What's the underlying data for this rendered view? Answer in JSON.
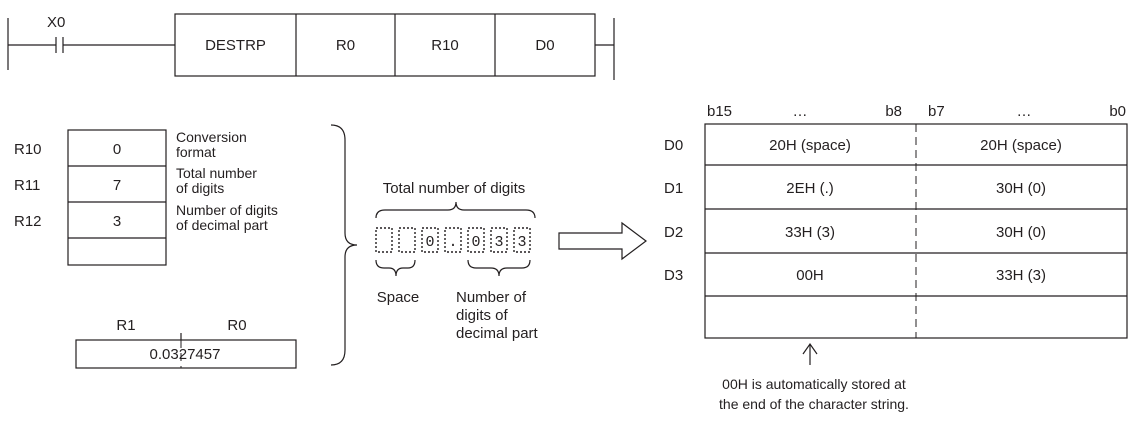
{
  "ladder": {
    "contact": "X0",
    "instruction": "DESTRP",
    "operands": [
      "R0",
      "R10",
      "D0"
    ]
  },
  "settings": {
    "rows": [
      {
        "device": "R10",
        "value": "0",
        "desc_lines": [
          "Conversion",
          "format"
        ]
      },
      {
        "device": "R11",
        "value": "7",
        "desc_lines": [
          "Total number",
          "of digits"
        ]
      },
      {
        "device": "R12",
        "value": "3",
        "desc_lines": [
          "Number of digits",
          "of decimal part"
        ]
      }
    ]
  },
  "source": {
    "high_device": "R1",
    "low_device": "R0",
    "value": "0.0327457"
  },
  "string_illustration": {
    "top_label": "Total number of digits",
    "chars": [
      " ",
      " ",
      "0",
      ".",
      "0",
      "3",
      "3"
    ],
    "space_label": "Space",
    "decimal_label_lines": [
      "Number of",
      "digits of",
      "decimal part"
    ]
  },
  "result_table": {
    "bit_labels": {
      "b15": "b15",
      "ellipsis_high": "…",
      "b8": "b8",
      "b7": "b7",
      "ellipsis_low": "…",
      "b0": "b0"
    },
    "rows": [
      {
        "device": "D0",
        "high": "20H (space)",
        "low": "20H (space)"
      },
      {
        "device": "D1",
        "high": "2EH (.)",
        "low": "30H (0)"
      },
      {
        "device": "D2",
        "high": "33H (3)",
        "low": "30H (0)"
      },
      {
        "device": "D3",
        "high": "00H",
        "low": "33H (3)"
      }
    ],
    "note_lines": [
      "00H is automatically stored at",
      "the end of the character string."
    ]
  }
}
